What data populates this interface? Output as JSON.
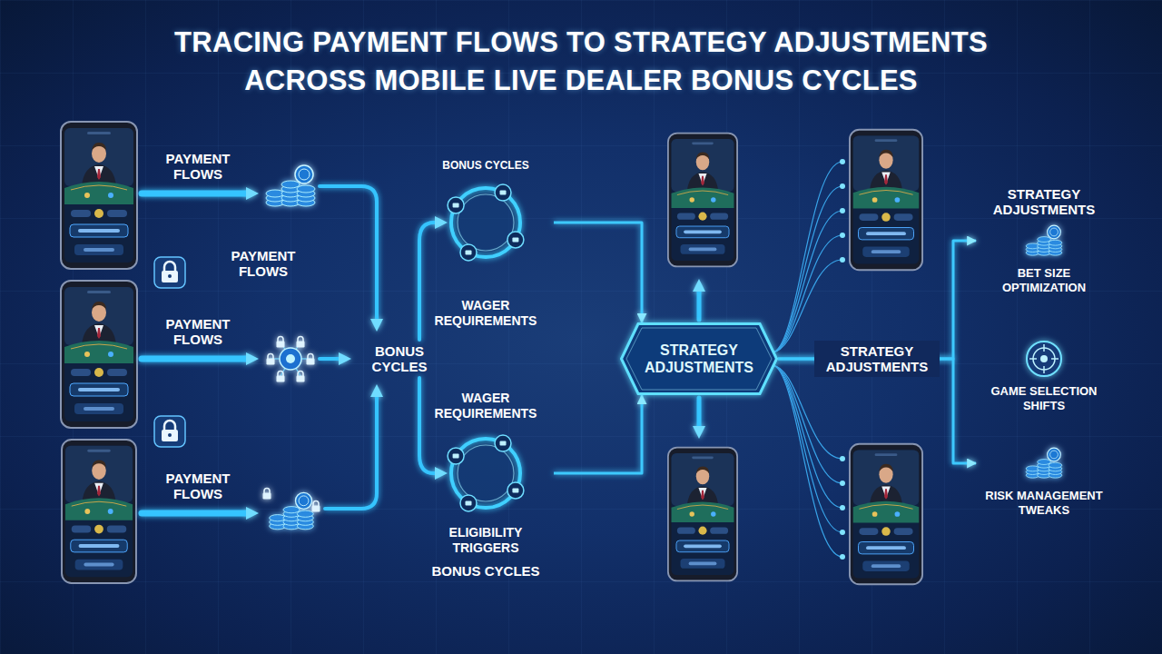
{
  "diagram": {
    "title": "TRACING PAYMENT FLOWS TO STRATEGY ADJUSTMENTS ACROSS MOBILE LIVE DEALER BONUS CYCLES",
    "nodes": [
      {
        "text": [
          "BONUS CYCLES",
          "WAGER REQUIREMENTS"
        ]
      },
      {
        "text": [
          "WAGER REQUIREMENTS",
          "ELIGIBILITY TRIGGERS",
          "BONUS CYCLES"
        ]
      },
      {
        "text": [
          "STRATEGY ADJUSTMENTS"
        ]
      },
      {
        "text": [
          "BET SIZE OPTIMIZATION"
        ]
      },
      {
        "text": [
          "GAME SELECTION SHIFTS"
        ]
      },
      {
        "text": [
          "RISK MANAGEMENT TWEAKS"
        ]
      }
    ],
    "edges": [
      {
        "from": 0,
        "to": 2,
        "arrow": "to"
      },
      {
        "from": 1,
        "to": 2,
        "arrow": "to"
      },
      {
        "from": 2,
        "to": 3,
        "arrow": "to"
      },
      {
        "from": 2,
        "to": 4,
        "arrow": "to",
        "label": "STRATEGY ADJUSTMENTS"
      },
      {
        "from": 2,
        "to": 5,
        "arrow": "to"
      }
    ],
    "labels": [
      "PAYMENT FLOWS",
      "PAYMENT FLOWS",
      "PAYMENT FLOWS",
      "PAYMENT FLOWS",
      "BONUS CYCLES",
      "STRATEGY ADJUSTMENTS"
    ]
  }
}
